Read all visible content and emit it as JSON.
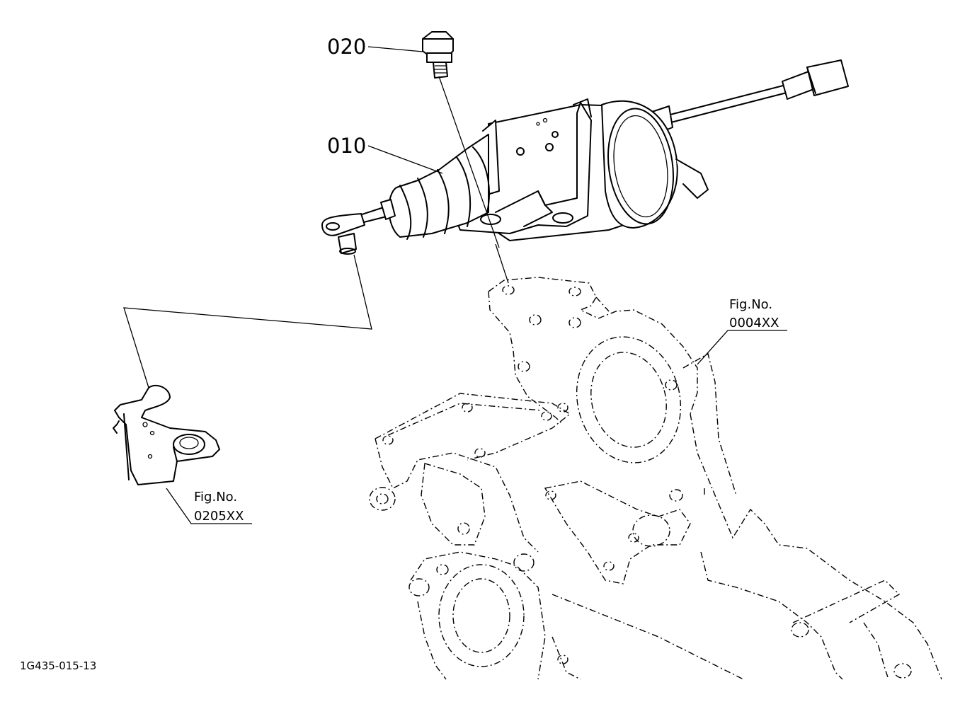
{
  "callouts": [
    {
      "id": "020",
      "label": "020"
    },
    {
      "id": "010",
      "label": "010"
    }
  ],
  "references": [
    {
      "fig": "Fig.No.",
      "code": "0004XX"
    },
    {
      "fig": "Fig.No.",
      "code": "0205XX"
    }
  ],
  "diagram_id": "1G435-015-13"
}
